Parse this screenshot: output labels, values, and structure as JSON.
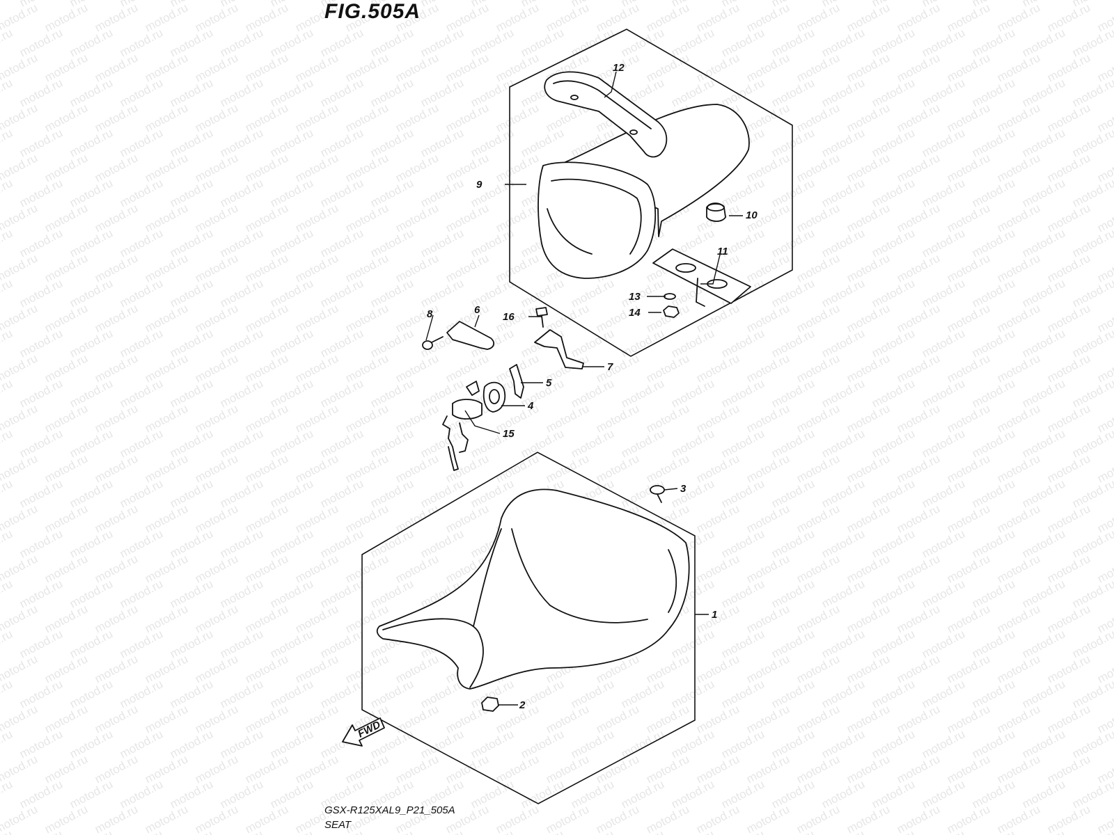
{
  "figure": {
    "title": "FIG.505A",
    "model_code": "GSX-R125XAL9_P21_505A",
    "section_name": "SEAT"
  },
  "watermark": {
    "text": "motod.ru",
    "color": "#e6e6e6"
  },
  "direction_marker": {
    "label": "FWD"
  },
  "callouts": [
    "1",
    "2",
    "3",
    "4",
    "5",
    "6",
    "7",
    "8",
    "9",
    "10",
    "11",
    "12",
    "13",
    "14",
    "15",
    "16"
  ],
  "colors": {
    "line": "#111111",
    "background": "#ffffff"
  }
}
